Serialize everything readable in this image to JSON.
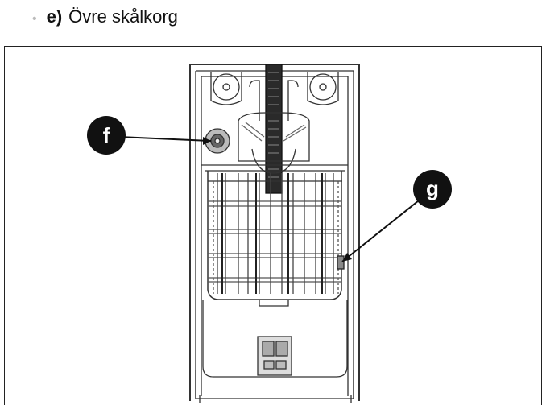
{
  "heading": {
    "bullet": "•",
    "letter": "e)",
    "title": "Övre skålkorg"
  },
  "callouts": {
    "f": "f",
    "g": "g"
  }
}
